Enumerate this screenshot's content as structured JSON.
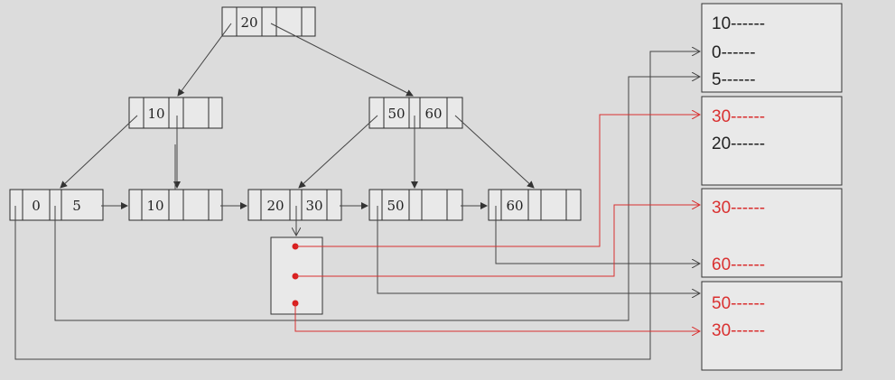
{
  "tree": {
    "root": [
      "20"
    ],
    "internal_left": [
      "10"
    ],
    "internal_right": [
      "50",
      "60"
    ],
    "leaf_1": [
      "0",
      "5"
    ],
    "leaf_2": [
      "10"
    ],
    "leaf_3": [
      "20",
      "30"
    ],
    "leaf_4": [
      "50"
    ],
    "leaf_5": [
      "60"
    ]
  },
  "pages": [
    {
      "records": [
        {
          "text": "10------",
          "highlight": false
        },
        {
          "text": "0------",
          "highlight": false
        },
        {
          "text": "5------",
          "highlight": false
        }
      ]
    },
    {
      "records": [
        {
          "text": "30------",
          "highlight": true
        },
        {
          "text": "20------",
          "highlight": false
        }
      ]
    },
    {
      "records": [
        {
          "text": "30------",
          "highlight": true
        },
        {
          "text": "60------",
          "highlight": true
        }
      ]
    },
    {
      "records": [
        {
          "text": "50------",
          "highlight": true
        },
        {
          "text": "30------",
          "highlight": true
        }
      ]
    }
  ],
  "colors": {
    "highlight": "#d93030",
    "line": "#444444",
    "background": "#dcdcdc"
  }
}
